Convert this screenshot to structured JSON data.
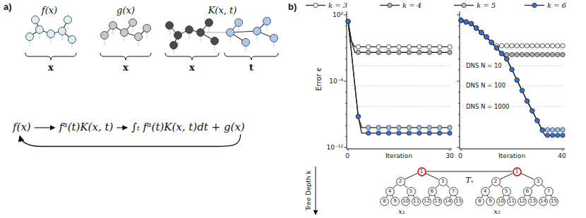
{
  "diagram": {
    "nodes": [
      {
        "text": [
          "1"
        ]
      },
      {
        "text": [
          "2"
        ]
      },
      {
        "text": [
          "3"
        ]
      },
      {
        "text": [
          "4"
        ]
      },
      {
        "text": [
          "5"
        ]
      },
      {
        "text": [
          "6"
        ]
      },
      {
        "text": [
          "7"
        ]
      },
      {
        "text": [
          "8"
        ]
      },
      {
        "text": [
          "9"
        ]
      },
      {
        "text": [
          "10"
        ]
      },
      {
        "text": [
          "11"
        ]
      },
      {
        "text": [
          "12"
        ]
      },
      {
        "text": [
          "13"
        ]
      },
      {
        "text": [
          "14"
        ]
      },
      {
        "text": [
          "15"
        ]
      },
      {
        "text": [
          "1"
        ]
      },
      {
        "text": [
          "2"
        ]
      },
      {
        "text": [
          "3"
        ]
      },
      {
        "text": [
          "4"
        ]
      },
      {
        "text": [
          "5"
        ]
      },
      {
        "text": [
          "6"
        ]
      },
      {
        "text": [
          "7"
        ]
      },
      {
        "text": [
          "8"
        ]
      },
      {
        "text": [
          "9"
        ]
      },
      {
        "text": [
          "10"
        ]
      },
      {
        "text": [
          "11"
        ]
      },
      {
        "text": [
          "12"
        ]
      },
      {
        "text": [
          "13"
        ]
      },
      {
        "text": [
          "14"
        ]
      },
      {
        "text": [
          "15"
        ]
      }
    ],
    "edges": [
      {
        "from": 0,
        "to": 15,
        "arrow": "none"
      },
      {
        "from": 0,
        "to": 1,
        "arrow": "none"
      },
      {
        "from": 0,
        "to": 2,
        "arrow": "none"
      },
      {
        "from": 1,
        "to": 3,
        "arrow": "none"
      },
      {
        "from": 1,
        "to": 4,
        "arrow": "none"
      },
      {
        "from": 2,
        "to": 5,
        "arrow": "none"
      },
      {
        "from": 2,
        "to": 6,
        "arrow": "none"
      },
      {
        "from": 3,
        "to": 7,
        "arrow": "none"
      },
      {
        "from": 3,
        "to": 8,
        "arrow": "none"
      },
      {
        "from": 4,
        "to": 9,
        "arrow": "none"
      },
      {
        "from": 4,
        "to": 10,
        "arrow": "none"
      },
      {
        "from": 5,
        "to": 11,
        "arrow": "none"
      },
      {
        "from": 5,
        "to": 12,
        "arrow": "none"
      },
      {
        "from": 6,
        "to": 13,
        "arrow": "none"
      },
      {
        "from": 6,
        "to": 14,
        "arrow": "none"
      },
      {
        "from": 15,
        "to": 16,
        "arrow": "none"
      },
      {
        "from": 15,
        "to": 17,
        "arrow": "none"
      },
      {
        "from": 16,
        "to": 18,
        "arrow": "none"
      },
      {
        "from": 16,
        "to": 19,
        "arrow": "none"
      },
      {
        "from": 17,
        "to": 20,
        "arrow": "none"
      },
      {
        "from": 17,
        "to": 21,
        "arrow": "none"
      },
      {
        "from": 18,
        "to": 22,
        "arrow": "none"
      },
      {
        "from": 18,
        "to": 23,
        "arrow": "none"
      },
      {
        "from": 19,
        "to": 24,
        "arrow": "none"
      },
      {
        "from": 19,
        "to": 25,
        "arrow": "none"
      },
      {
        "from": 20,
        "to": 26,
        "arrow": "none"
      },
      {
        "from": 20,
        "to": 27,
        "arrow": "none"
      },
      {
        "from": 21,
        "to": 28,
        "arrow": "none"
      },
      {
        "from": 21,
        "to": 29,
        "arrow": "none"
      }
    ],
    "labels": [
      "a)",
      "f(x)",
      "g(x)",
      "K(x, t)",
      "x",
      "x",
      "x",
      "t",
      "f(x)",
      "fᵅ(t)K(x, t)",
      "∫ₜ fᵅ(t)K(x, t)dt + g(x)",
      "b)",
      "10⁰",
      "10⁻⁶",
      "10⁻¹²",
      "Error ϵ",
      "0",
      "Iteration",
      "30",
      "0",
      "Iteration",
      "40",
      "DNS N = 10",
      "DNS N = 100",
      "DNS N = 1000",
      "Tree Depth k",
      "Tₓ",
      "x₁",
      "x₂"
    ],
    "legend": [
      {
        "text": "k = 3"
      },
      {
        "text": "k = 4"
      },
      {
        "text": "k = 5"
      },
      {
        "text": "k = 6"
      }
    ]
  }
}
